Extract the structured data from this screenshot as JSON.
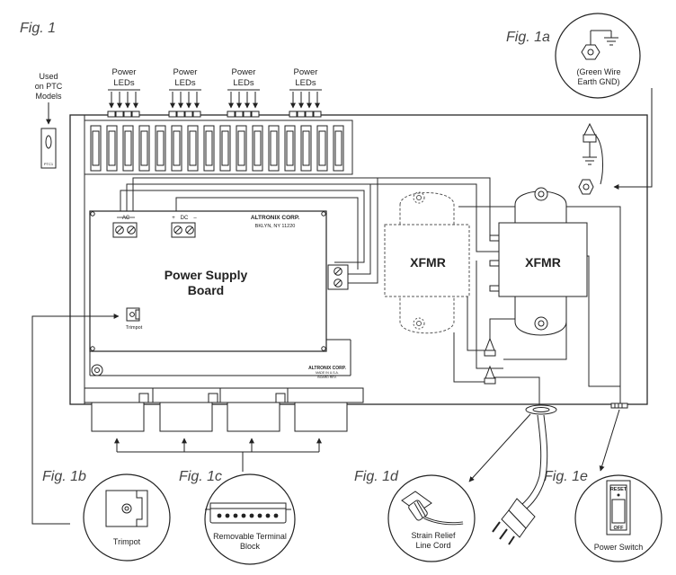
{
  "figures": {
    "fig1": "Fig. 1",
    "fig1a": "Fig. 1a",
    "fig1b": "Fig. 1b",
    "fig1c": "Fig. 1c",
    "fig1d": "Fig. 1d",
    "fig1e": "Fig. 1e"
  },
  "labels": {
    "ptc_line1": "Used",
    "ptc_line2": "on PTC",
    "ptc_line3": "Models",
    "ptc_part": "PTC1",
    "power_leds": [
      "Power",
      "LEDs"
    ],
    "ac": "AC",
    "dc": "DC",
    "board_maker": "ALTRONIX CORP.",
    "board_city": "BKLYN, NY 11220",
    "board_title_1": "Power Supply",
    "board_title_2": "Board",
    "trimpot_small": "Trimpot",
    "board_maker_2": "ALTRONIX CORP.",
    "board_small_1": "MADE IN U.S.A.",
    "board_small_2": "BOARD REV.",
    "xfmr_left": "XFMR",
    "xfmr_right": "XFMR",
    "gnd_line1": "(Green Wire",
    "gnd_line2": "Earth GND)",
    "trimpot": "Trimpot",
    "terminal_line1": "Removable Terminal",
    "terminal_line2": "Block",
    "cord_line1": "Strain Relief",
    "cord_line2": "Line Cord",
    "reset": "RESET",
    "off": "OFF",
    "power_switch": "Power Switch"
  },
  "colors": {
    "line": "#2a2a2a",
    "board_fill": "#ffffff",
    "dashed": "#555555"
  }
}
